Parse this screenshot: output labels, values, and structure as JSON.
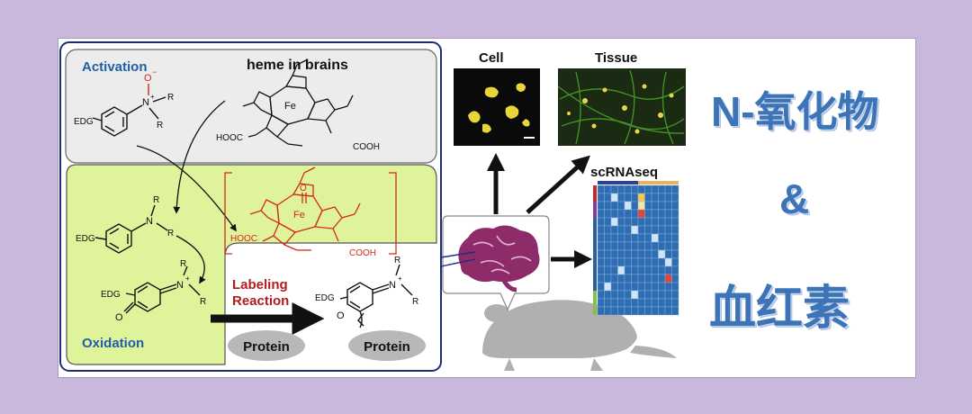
{
  "panel_left": {
    "activation_label": "Activation",
    "heme_label": "heme in brains",
    "oxidation_label": "Oxidation",
    "labeling_reaction_label": "Labeling\nReaction",
    "protein_left": "Protein",
    "protein_right": "Protein"
  },
  "chem_labels": {
    "edg": "EDG",
    "n": "N",
    "n_plus": "N",
    "o_minus": "O",
    "r": "R",
    "fe": "Fe",
    "hooc": "HOOC",
    "cooh": "COOH",
    "o_top": "O",
    "ring_o": "O"
  },
  "panel_right": {
    "cell_label": "Cell",
    "tissue_label": "Tissue",
    "scrnaseq_label": "scRNAseq"
  },
  "headline": {
    "line1": "N-氧化物",
    "line2": "&",
    "line3": "血红素"
  },
  "colors": {
    "background": "#c9b8dc",
    "activation_panel": "#ececec",
    "oxidation_panel": "#dff39a",
    "frame_border": "#1a2e7a",
    "heme_red": "#d42a1a",
    "title_blue": "#1f5fa8",
    "headline_blue": "#3d74b8",
    "brain": "#8e2c6a",
    "protein_ellipse": "#b8b8b8"
  }
}
